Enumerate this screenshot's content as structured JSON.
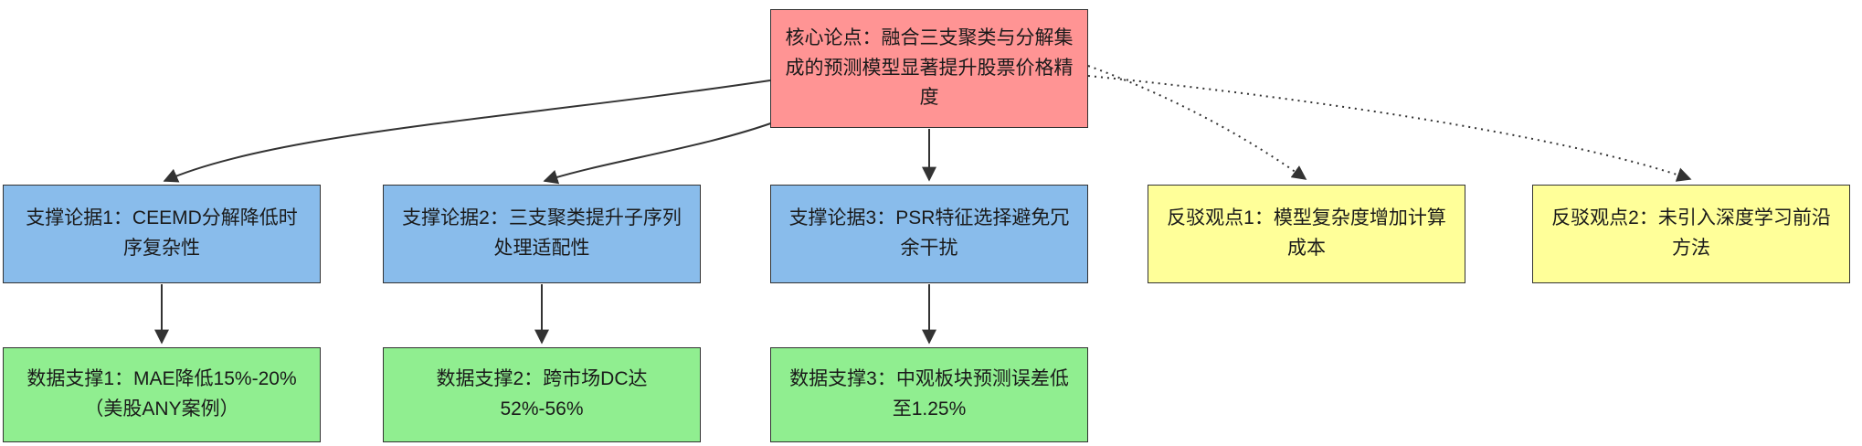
{
  "diagram": {
    "type": "argument-flowchart",
    "core": {
      "label": "核心论点：融合三支聚类与分解集成的预测模型显著提升股票价格精度"
    },
    "supports": [
      {
        "label": "支撑论据1：CEEMD分解降低时序复杂性"
      },
      {
        "label": "支撑论据2：三支聚类提升子序列处理适配性"
      },
      {
        "label": "支撑论据3：PSR特征选择避免冗余干扰"
      }
    ],
    "counters": [
      {
        "label": "反驳观点1：模型复杂度增加计算成本"
      },
      {
        "label": "反驳观点2：未引入深度学习前沿方法"
      }
    ],
    "data_supports": [
      {
        "label": "数据支撑1：MAE降低15%-20%（美股ANY案例）"
      },
      {
        "label": "数据支撑2：跨市场DC达52%-56%"
      },
      {
        "label": "数据支撑3：中观板块预测误差低至1.25%"
      }
    ],
    "edges": {
      "solid": [
        "core -> support1",
        "core -> support2",
        "core -> support3",
        "support1 -> data1",
        "support2 -> data2",
        "support3 -> data3"
      ],
      "dotted": [
        "core -> counter1",
        "core -> counter2"
      ]
    },
    "colors": {
      "core_fill": "#ff9494",
      "support_fill": "#89bcEB",
      "counter_fill": "#ffff99",
      "data_fill": "#90ee90",
      "node_border": "#333333",
      "edge_stroke": "#333333",
      "text": "#1a1a1a"
    }
  }
}
